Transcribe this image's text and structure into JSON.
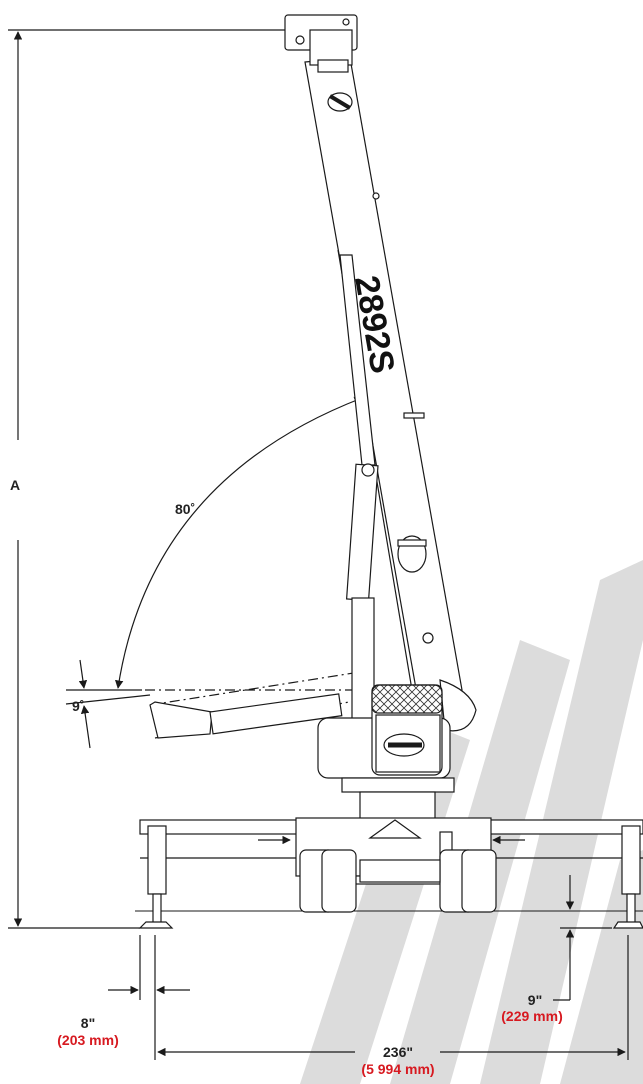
{
  "dimensions": {
    "height_label": "A",
    "boom_max_angle": "80˚",
    "boom_min_angle": "9˚",
    "outrigger_inset_in": "8\"",
    "outrigger_inset_mm": "(203 mm)",
    "pad_drop_in": "9\"",
    "pad_drop_mm": "(229 mm)",
    "spread_in": "236\"",
    "spread_mm": "(5 994 mm)"
  },
  "crane": {
    "model_decal": "2892S"
  },
  "colors": {
    "line": "#1a1a1a",
    "metric": "#d71920",
    "watermark": "#dcdcdc"
  }
}
